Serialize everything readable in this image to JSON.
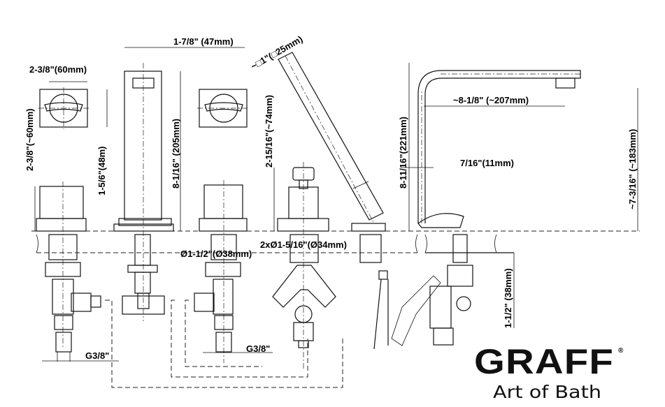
{
  "dimensions": {
    "spout_width": "1-7/8\" (47mm)",
    "handle_top_width": "2-3/8\"(60mm)",
    "handle_height": "2-3/8\"(~60mm)",
    "handle_top_depth": "1-5/6\"(48m)",
    "spout_height": "8-1/16\" (205mm)",
    "handshower_section": "~□1\"(□25mm)",
    "diverter_height": "2-15/16\"(~74mm)",
    "handshower_height": "8-11/16\"(221mm)",
    "spout_reach": "~8-1/8\" (~207mm)",
    "spout_tube": "7/16\"(11mm)",
    "spout_clearance": "~7-3/16\" (~183mm)",
    "hole_diameter_small": "2xØ1-5/16\"(Ø34mm)",
    "hole_diameter_large": "Ø1-1/2\"(Ø38mm)",
    "deck_thickness": "1-1/2\" (38mm)",
    "connection_left": "G3/8\"",
    "connection_middle": "G3/8\""
  },
  "brand": {
    "logo": "GRAFF",
    "registered": "®",
    "tagline": "Art of Bath"
  }
}
